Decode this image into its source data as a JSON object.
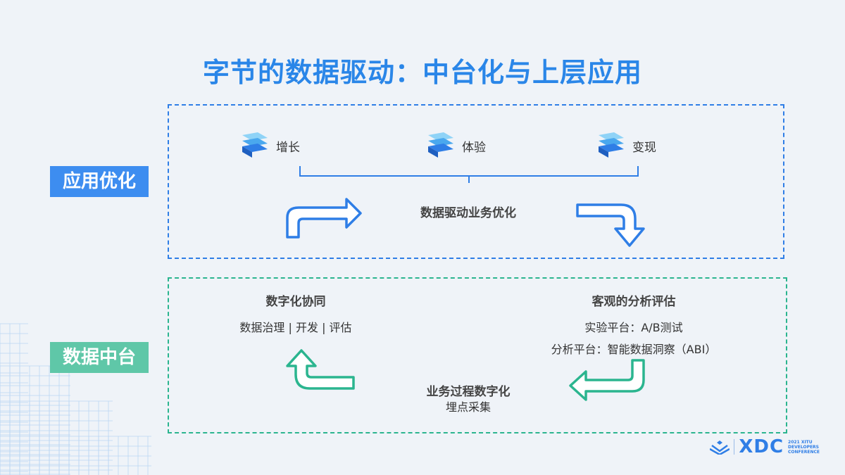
{
  "title": "字节的数据驱动：中台化与上层应用",
  "layers": {
    "application": {
      "label": "应用优化",
      "items": [
        {
          "label": "增长",
          "icon": "layered-blocks-icon"
        },
        {
          "label": "体验",
          "icon": "layered-blocks-icon"
        },
        {
          "label": "变现",
          "icon": "layered-blocks-icon"
        }
      ],
      "center_text": "数据驱动业务优化"
    },
    "data_platform": {
      "label": "数据中台",
      "left_heading": "数字化协同",
      "left_text": "数据治理 | 开发 | 评估",
      "right_heading": "客观的分析评估",
      "right_lines": [
        "实验平台：A/B测试",
        "分析平台：智能数据洞察（ABI）"
      ],
      "bottom_heading": "业务过程数字化",
      "bottom_text": "埋点采集"
    }
  },
  "footer": {
    "logo_text": "XDC",
    "logo_sub": [
      "2021 XITU",
      "DEVELOPERS",
      "CONFERENCE"
    ]
  },
  "colors": {
    "primary_blue": "#2f7ee6",
    "title_blue": "#2a86e8",
    "label_blue": "#3d8df0",
    "green": "#2bb58f",
    "label_green": "#5fc7a8",
    "background": "#eff3f8"
  }
}
